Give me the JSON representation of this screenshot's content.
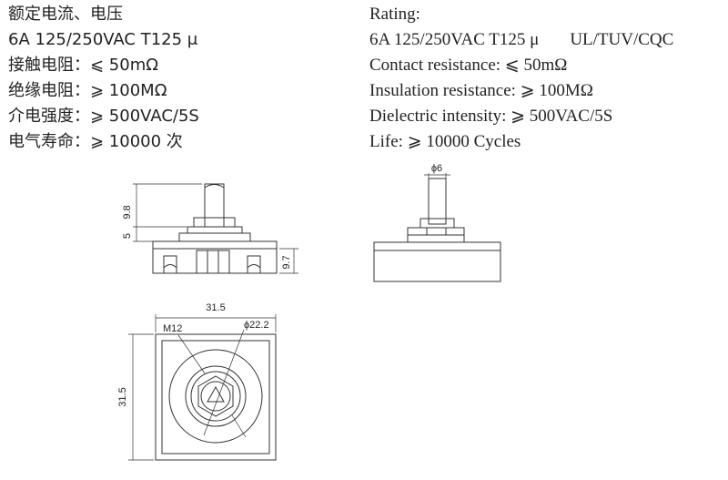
{
  "specs_cn": {
    "rating": "额定电流、电压",
    "rating_value": "6A 125/250VAC T125 μ",
    "contact_resistance": "接触电阻：⩽ 50mΩ",
    "insulation_resistance": "绝缘电阻：⩾ 100MΩ",
    "dielectric": "介电强度：⩾ 500VAC/5S",
    "life": "电气寿命：⩾ 10000 次"
  },
  "specs_en": {
    "rating": "Rating:",
    "rating_value": "6A 125/250VAC T125 μ",
    "certifications": "UL/TUV/CQC",
    "contact_resistance": "Contact resistance: ⩽ 50mΩ",
    "insulation_resistance": "Insulation resistance: ⩾ 100MΩ",
    "dielectric": "Dielectric intensity: ⩾ 500VAC/5S",
    "life": "Life: ⩾ 10000 Cycles"
  },
  "dimensions": {
    "shaft_length": "9.8",
    "collar_height": "5",
    "body_height": "9.7",
    "shaft_diameter": "ϕ6",
    "width_top": "31.5",
    "height_left": "31.5",
    "thread": "M12",
    "flange_diameter": "ϕ22.2"
  }
}
